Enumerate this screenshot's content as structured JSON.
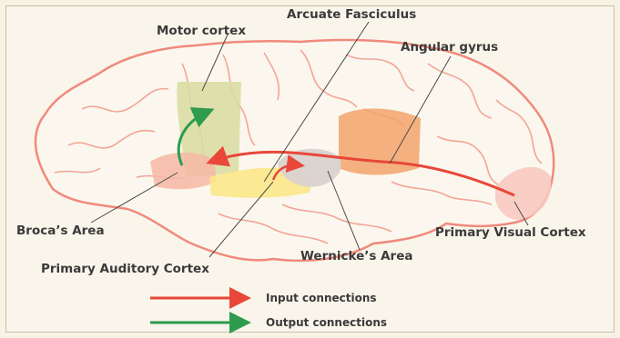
{
  "labels": {
    "motor_cortex": "Motor cortex",
    "arcuate_fasciculus": "Arcuate Fasciculus",
    "angular_gyrus": "Angular gyrus",
    "brocas_area": "Broca’s Area",
    "primary_visual_cortex": "Primary Visual Cortex",
    "wernickes_area": "Wernicke’s Area",
    "primary_auditory_cortex": "Primary Auditory Cortex"
  },
  "legend": {
    "input": "Input connections",
    "output": "Output connections"
  },
  "colors": {
    "input_arrow": "#e8473a",
    "output_arrow": "#2e9b4e",
    "brain_outline": "#f08a7c",
    "motor_region": "#d8dca0",
    "broca_region": "#f6b7a4",
    "auditory_region": "#fbe78a",
    "angular_region": "#f2a36a",
    "wernicke_region": "#d9d2cf",
    "visual_region": "#f7c9c0"
  }
}
